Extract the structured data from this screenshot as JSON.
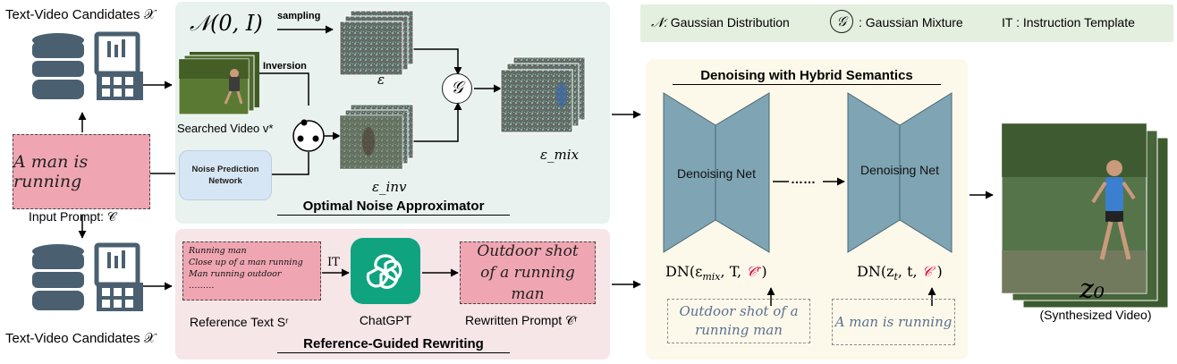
{
  "legend": {
    "gaussian_symbol": "𝒩",
    "gaussian_label": ": Gaussian Distribution",
    "mixture_symbol": "𝒢",
    "mixture_label": ": Gaussian Mixture",
    "it_label": "IT : Instruction Template"
  },
  "left": {
    "candidates_top": "Text-Video Candidates 𝒳",
    "input_prompt_text": "A man is running",
    "input_prompt_label": "Input Prompt: 𝒞",
    "candidates_bottom": "Text-Video Candidates 𝒳"
  },
  "noise_panel": {
    "normal_dist": "𝒩(0, I)",
    "sampling_label": "sampling",
    "inversion_label": "Inversion",
    "epsilon_label": "ε",
    "searched_video_label": "Searched Video v*",
    "mixture_symbol": "𝒢",
    "epsilon_mix_label": "ε_mix",
    "noise_prediction_network": "Noise Prediction\nNetwork",
    "epsilon_inv_label": "ε_inv",
    "title": "Optimal Noise Approximator"
  },
  "rewrite_panel": {
    "reference_lines": [
      "Running man",
      "Close up of a man running",
      "Man running outdoor",
      "………"
    ],
    "it_label": "IT",
    "reference_label": "Reference Text Sʳ",
    "chatgpt_label": "ChatGPT",
    "rewritten_prompt_text": "Outdoor shot of a running man",
    "rewritten_label": "Rewritten Prompt 𝒞ʳ",
    "title": "Reference-Guided Rewriting"
  },
  "denoise_panel": {
    "title": "Denoising with Hybrid Semantics",
    "net_label_1": "Denoising Net",
    "net_label_2": "Denoising Net",
    "dots": "……",
    "dn1_prefix": "DN(ε",
    "dn1_sub": "mix",
    "dn1_mid": ", T, ",
    "dn1_cond": "𝒞ʳ",
    "dn1_suffix": ")",
    "dn2_prefix": "DN(z",
    "dn2_sub": "t",
    "dn2_mid": ", t, ",
    "dn2_cond": "𝒞",
    "dn2_suffix": " )",
    "prompt_1": "Outdoor shot of a running man",
    "prompt_2": "A man is running"
  },
  "output": {
    "symbol": "z₀",
    "label": "(Synthesized Video)"
  },
  "colors": {
    "noise_panel_bg": "#e9f2ee",
    "rewrite_panel_bg": "#f6e6e8",
    "denoise_panel_bg": "#fdf9ea",
    "legend_bg": "#e4efdf",
    "prompt_box": "#efa6b2",
    "denoise_net": "#7fa4b4",
    "database_icon": "#4a6070",
    "chatgpt_green": "#10a37f",
    "condition_red": "#e0004a"
  }
}
